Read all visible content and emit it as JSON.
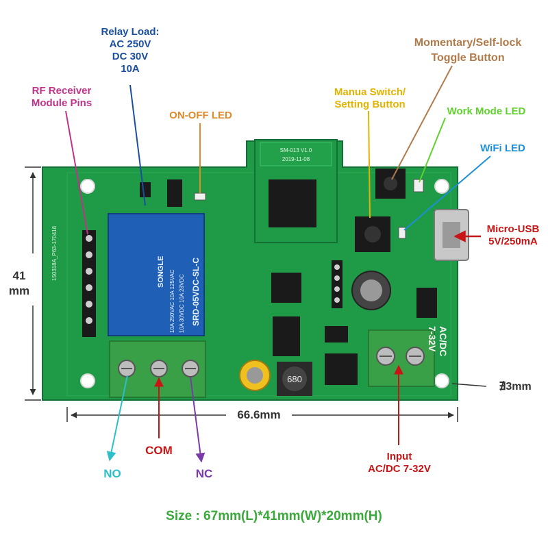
{
  "labels": {
    "relay_load": [
      "Relay Load:",
      "AC 250V",
      "DC 30V",
      "10A"
    ],
    "rf_receiver": [
      "RF Receiver",
      "Module Pins"
    ],
    "on_off_led": "ON-OFF LED",
    "manual_switch": [
      "Manua Switch/",
      "Setting Button"
    ],
    "momentary_toggle": [
      "Momentary/Self-lock",
      "Toggle Button"
    ],
    "work_mode_led": "Work Mode LED",
    "wifi_led": "WiFi LED",
    "micro_usb": [
      "Micro-USB",
      "5V/250mA"
    ],
    "height_dim": [
      "41",
      "mm"
    ],
    "width_dim": "66.6mm",
    "hole_dim": "∄3mm",
    "no": "NO",
    "com": "COM",
    "nc": "NC",
    "input": [
      "Input",
      "AC/DC 7-32V"
    ],
    "size": "Size : 67mm(L)*41mm(W)*20mm(H)"
  },
  "board_text": {
    "relay_brand": "SONGLE",
    "relay_model": "SRD-05VDC-SL-C",
    "relay_rating1": "10A 250VAC  10A 125VAC",
    "relay_rating2": "10A 30VDC   10A 28VDC",
    "wifi_module": "SM-013 V1.0",
    "wifi_date": "2019-11-08",
    "pcb_code": "150318A_P63-170418",
    "input_silk": "AC/DC",
    "input_silk2": "7-32V",
    "inductor": "680"
  },
  "colors": {
    "pcb": "#1f9a47",
    "relay": "#1f5fb5",
    "terminal": "#3aa048",
    "relay_load": "#1a4fa0",
    "rf_receiver": "#c0338a",
    "on_off_led": "#e08a2a",
    "manual_switch": "#e0b400",
    "momentary_toggle": "#b07a4a",
    "work_mode_led": "#5fd22f",
    "wifi_led": "#1d8fd6",
    "micro_usb": "#c81414",
    "no": "#2cbfc9",
    "com": "#c81414",
    "nc": "#7a3aa8",
    "input": "#c81414",
    "size": "#3aa83a"
  }
}
